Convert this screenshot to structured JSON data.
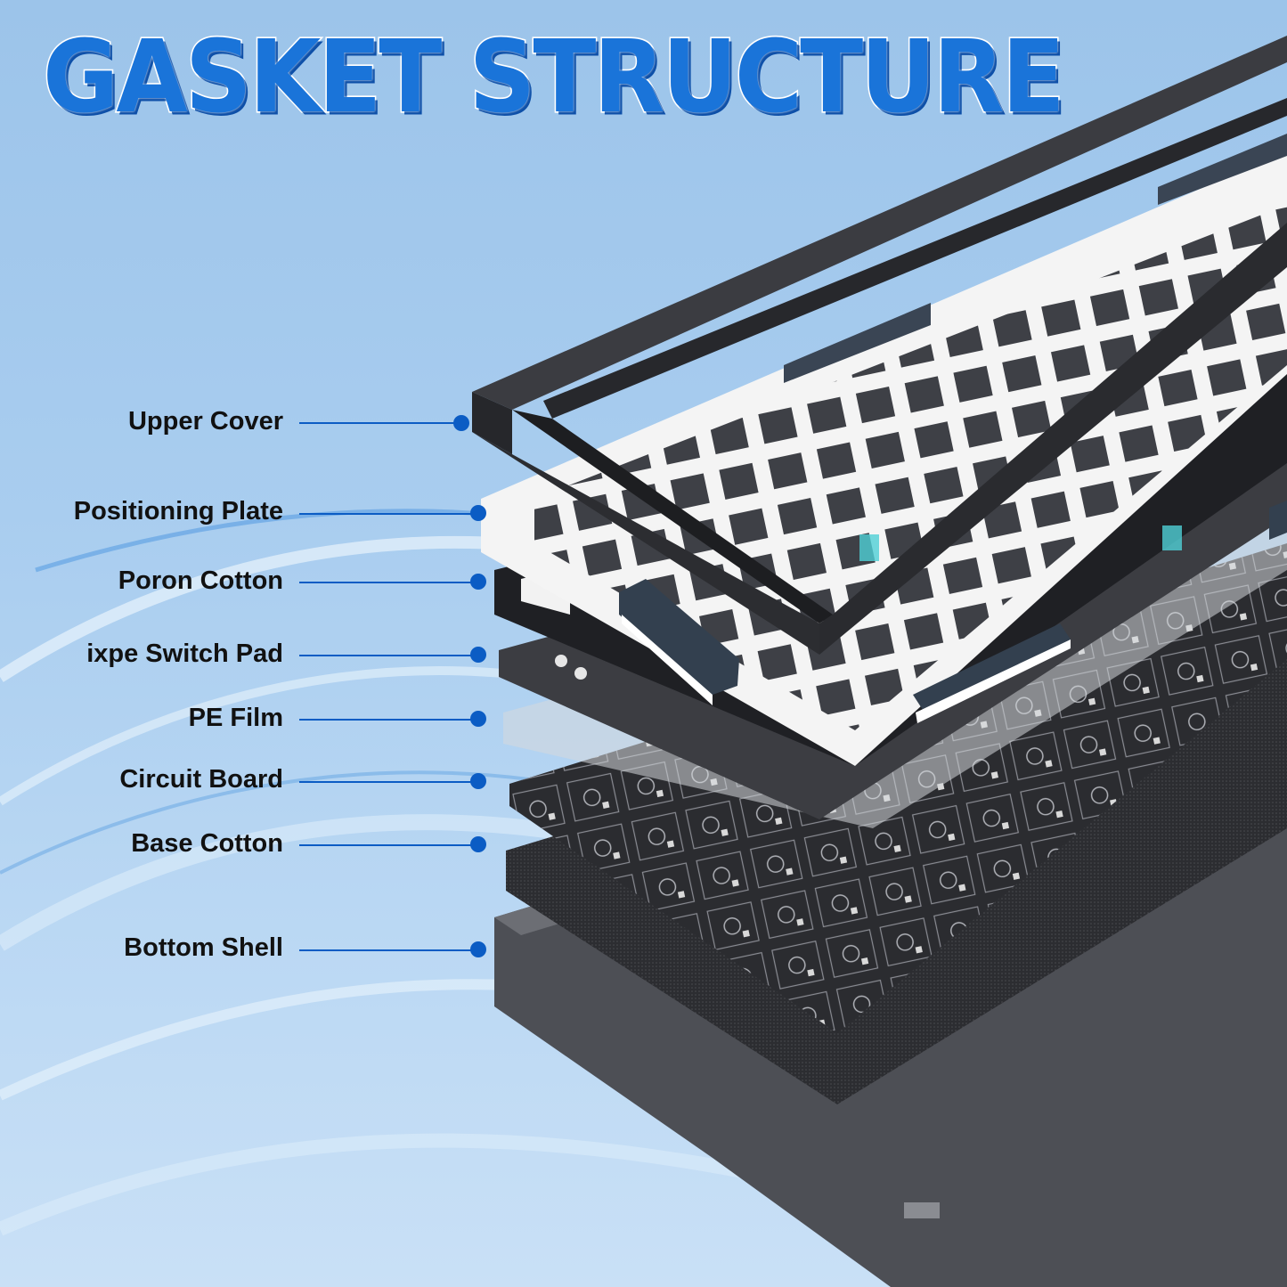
{
  "title": "GASKET STRUCTURE",
  "colors": {
    "title_fill": "#1a74d9",
    "title_outline": "#ffffff",
    "leader": "#0b5cc4",
    "background": "#a9cdef"
  },
  "layers": [
    {
      "label": "Upper Cover"
    },
    {
      "label": "Positioning Plate"
    },
    {
      "label": "Poron Cotton"
    },
    {
      "label": "ixpe Switch Pad"
    },
    {
      "label": "PE Film"
    },
    {
      "label": "Circuit Board"
    },
    {
      "label": "Base Cotton"
    },
    {
      "label": "Bottom Shell"
    }
  ]
}
